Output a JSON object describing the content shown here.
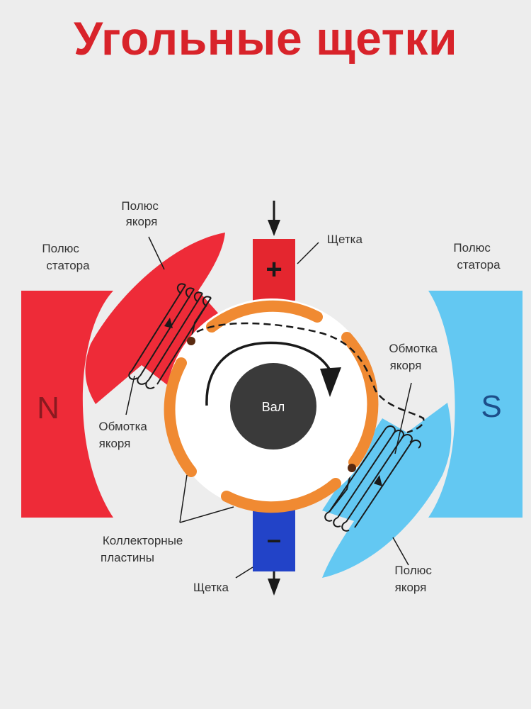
{
  "title": "Угольные щетки",
  "colors": {
    "title": "#d8232a",
    "north": "#ee2b38",
    "south": "#63c8f2",
    "brush_plus": "#e4262f",
    "brush_minus": "#2243c8",
    "commutator": "#f08a32",
    "shaft": "#3a3a3a",
    "background": "#ededed"
  },
  "stator_left": {
    "pole": "N",
    "label_line1": "Полюс",
    "label_line2": "статора"
  },
  "stator_right": {
    "pole": "S",
    "label_line1": "Полюс",
    "label_line2": "статора"
  },
  "armature_pole_top": {
    "line1": "Полюс",
    "line2": "якоря"
  },
  "armature_pole_bottom": {
    "line1": "Полюс",
    "line2": "якоря"
  },
  "winding_left": {
    "line1": "Обмотка",
    "line2": "якоря"
  },
  "winding_right": {
    "line1": "Обмотка",
    "line2": "якоря"
  },
  "brush_top": {
    "label": "Щетка",
    "sign": "+"
  },
  "brush_bottom": {
    "label": "Щетка",
    "sign": "–"
  },
  "commutator_plates": {
    "line1": "Коллекторные",
    "line2": "пластины"
  },
  "shaft": {
    "label": "Вал"
  },
  "icons": [
    "arrow-down-icon",
    "rotation-arrow-icon"
  ]
}
